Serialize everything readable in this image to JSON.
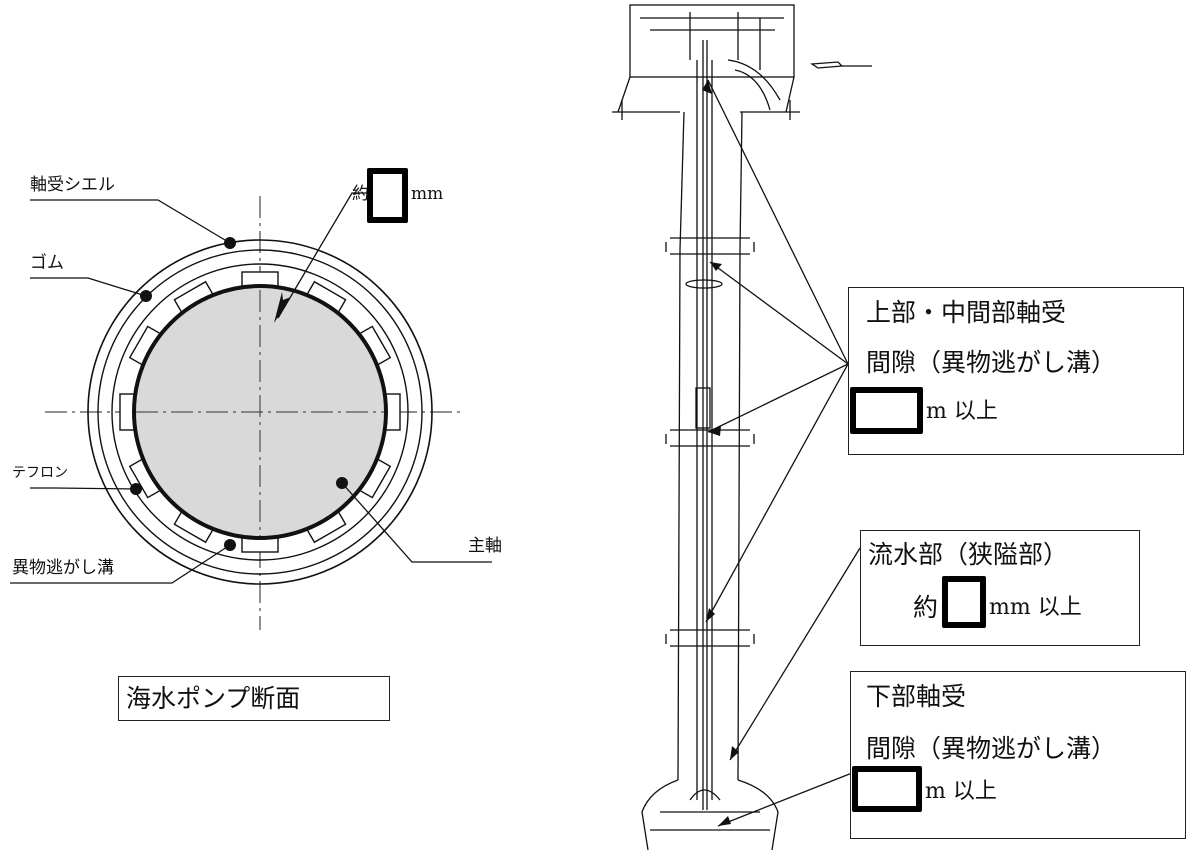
{
  "left": {
    "labels": {
      "bearing_shell": "軸受シエル",
      "rubber": "ゴム",
      "teflon": "テフロン",
      "foreign_groove": "異物逃がし溝",
      "main_shaft": "主軸",
      "approx_prefix": "約",
      "mm_unit": "mm"
    },
    "caption": "海水ポンプ断面"
  },
  "right": {
    "upper_box": {
      "line1": "上部・中間部軸受",
      "line2": "間隙（異物逃がし溝）",
      "line3_suffix": "m 以上"
    },
    "flow_box": {
      "line1": "流水部（狭隘部）",
      "line2_prefix": "約",
      "line2_suffix": "mm 以上"
    },
    "lower_box": {
      "line1": "下部軸受",
      "line2": "間隙（異物逃がし溝）",
      "line3_suffix": "m 以上"
    }
  },
  "colors": {
    "shaft_fill": "#d9d9d9",
    "line": "#111111",
    "redaction": "#000000"
  }
}
